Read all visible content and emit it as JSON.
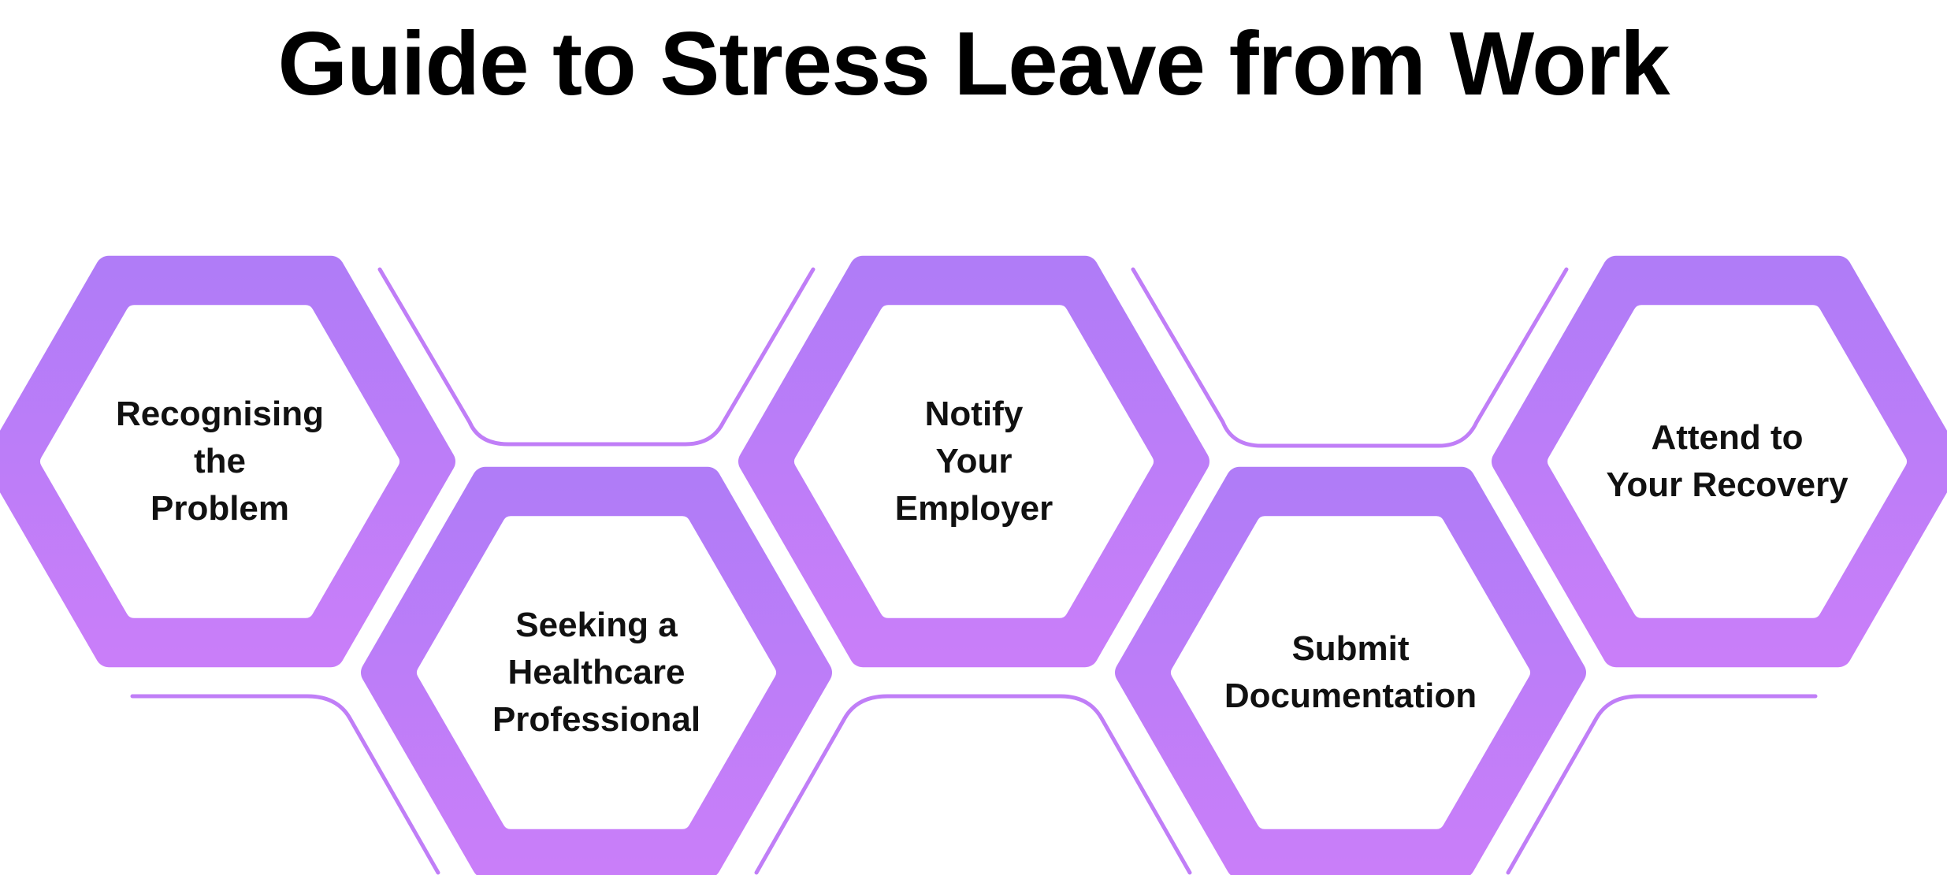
{
  "title": "Guide to Stress Leave from Work",
  "colors": {
    "hexagon_gradient_top": "#b07cf7",
    "hexagon_gradient_bottom": "#c97ef9",
    "connector_line": "#c07ef7",
    "text": "#111111",
    "background": "#ffffff"
  },
  "steps": [
    {
      "label": "Recognising\nthe\nProblem"
    },
    {
      "label": "Seeking a\nHealthcare\nProfessional"
    },
    {
      "label": "Notify\nYour\nEmployer"
    },
    {
      "label": "Submit\nDocumentation"
    },
    {
      "label": "Attend to\nYour Recovery"
    }
  ]
}
